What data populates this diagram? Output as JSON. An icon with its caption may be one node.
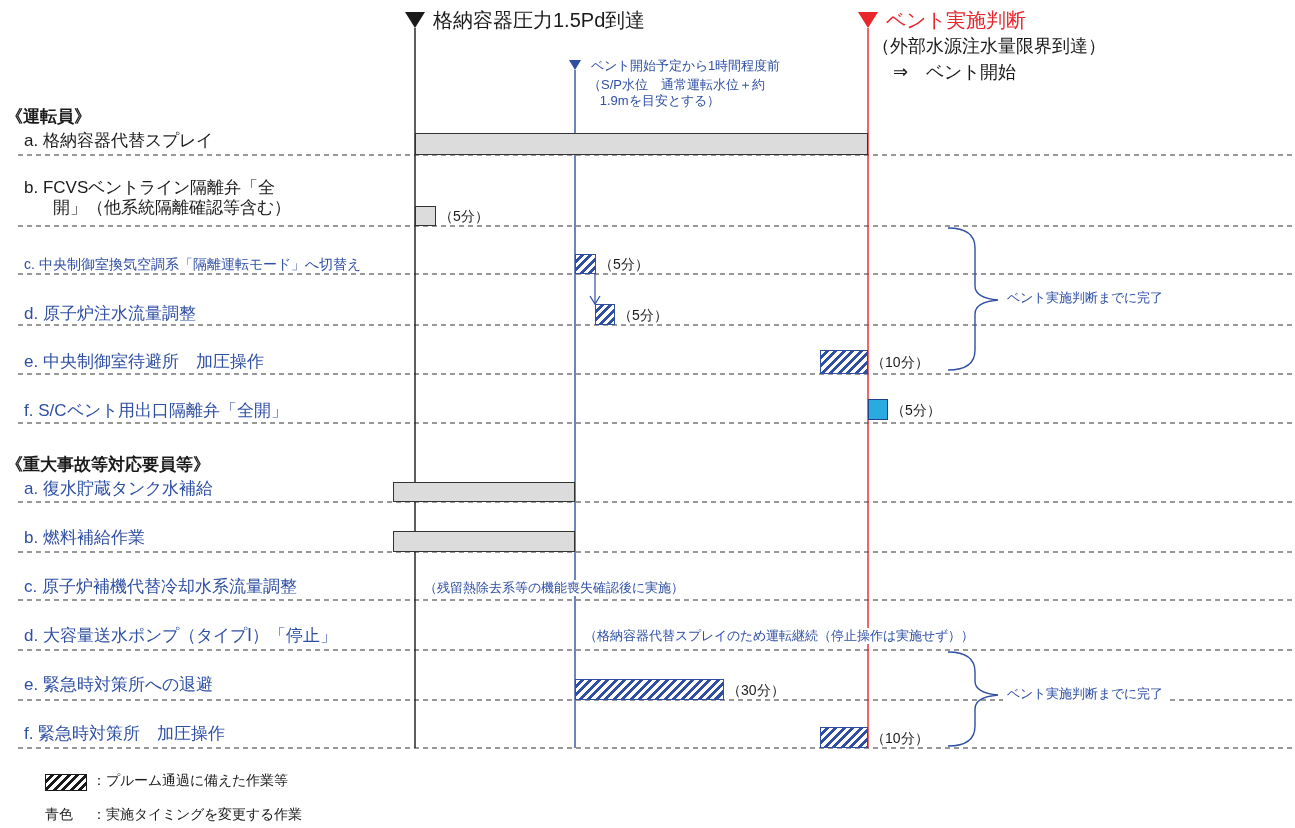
{
  "diagram": {
    "nodes": [
      {
        "text": [],
        "shape": "bar"
      },
      {
        "text": [],
        "shape": "bar",
        "beside": [
          "（5分）"
        ]
      },
      {
        "text": [],
        "shape": "bar",
        "beside": [
          "（5分）"
        ]
      },
      {
        "text": [],
        "shape": "bar",
        "beside": [
          "（5分）"
        ]
      },
      {
        "text": [],
        "shape": "bar",
        "beside": [
          "（10分）"
        ]
      },
      {
        "text": [],
        "shape": "bar",
        "beside": [
          "（5分）"
        ]
      },
      {
        "text": [],
        "shape": "bar"
      },
      {
        "text": [],
        "shape": "bar"
      },
      {
        "text": [],
        "shape": "bar",
        "beside": [
          "（30分）"
        ]
      },
      {
        "text": [],
        "shape": "bar",
        "beside": [
          "（10分）"
        ]
      }
    ],
    "edges": [
      {
        "from": 2,
        "to": 3,
        "arrow": "to"
      }
    ],
    "labels": [
      "格納容器圧力1.5Pd到達",
      "ベント実施判断",
      "（外部水源注水量限界到達）",
      "ベント開始予定から1時間程度前",
      "⇒　ベント開始",
      "（S/P水位　通常運転水位＋約1.9mを目安とする）",
      "《運転員》",
      "a. 格納容器代替スプレイ",
      "b. FCVSベントライン隔離弁「全開」（他系統隔離確認等含む）",
      "c. 中央制御室換気空調系「隔離運転モード」へ切替え",
      "ベント実施判断までに完了",
      "d. 原子炉注水流量調整",
      "e. 中央制御室待避所　加圧操作",
      "f. S/Cベント用出口隔離弁「全開」",
      "《重大事故等対応要員等》",
      "a. 復水貯蔵タンク水補給",
      "b. 燃料補給作業",
      "c. 原子炉補機代替冷却水系流量調整",
      "（残留熱除去系等の機能喪失確認後に実施）",
      "d. 大容量送水ポンプ（タイプⅠ）「停止」",
      "（格納容器代替スプレイのため運転継続（停止操作は実施せず））",
      "e. 緊急時対策所への退避",
      "ベント実施判断までに完了",
      "f. 緊急時対策所　加圧操作",
      "青色",
      "：実施タイミングを変更する作業"
    ],
    "legend": [
      {
        "text": "：プルーム通過に備えた作業等"
      }
    ]
  }
}
